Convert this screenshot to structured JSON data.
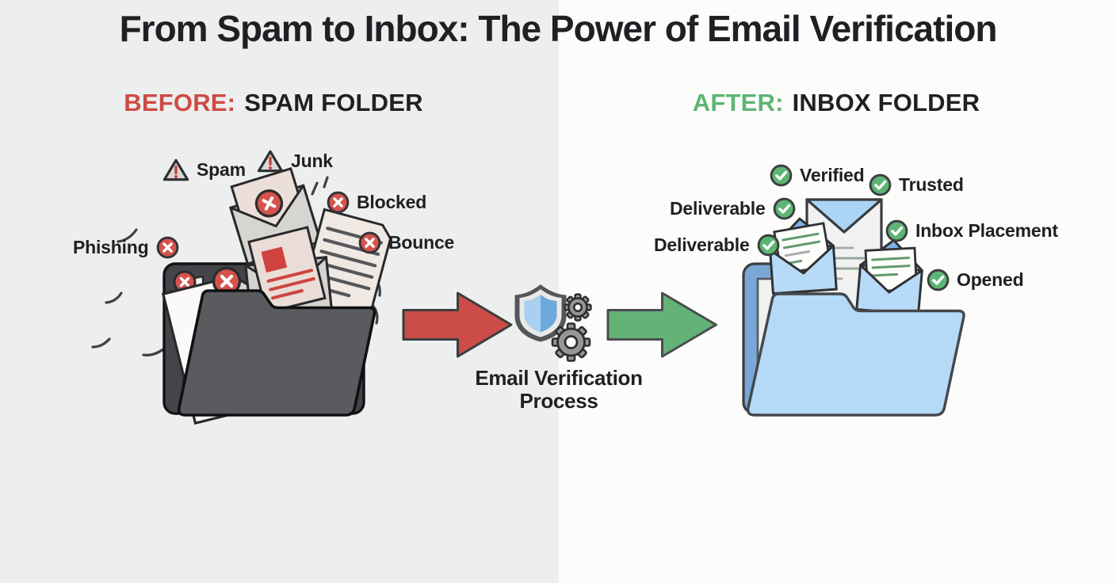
{
  "page": {
    "title": "From Spam to Inbox: The Power of Email Verification"
  },
  "colors": {
    "accent_red": "#cf4a45",
    "accent_green": "#5db574",
    "arrow_red": "#cc4d48",
    "arrow_green": "#63b377",
    "text_dark": "#1e2024",
    "bg_left": "#edefee",
    "bg_right": "#fcfcfb",
    "folder_dark": "#595b5e",
    "folder_blue": "#b5daf8",
    "badge_red": "#d5524d",
    "badge_green": "#5db574"
  },
  "before": {
    "heading_prefix": "BEFORE:",
    "heading_rest": "SPAM FOLDER",
    "labels": {
      "spam": "Spam",
      "junk": "Junk",
      "blocked": "Blocked",
      "bounce": "Bounce",
      "phishing": "Phishing"
    }
  },
  "process": {
    "line1": "Email Verification",
    "line2": "Process"
  },
  "after": {
    "heading_prefix": "AFTER:",
    "heading_rest": "INBOX FOLDER",
    "labels": {
      "verified": "Verified",
      "trusted": "Trusted",
      "deliverable_top": "Deliverable",
      "deliverable_bottom": "Deliverable",
      "inbox_placement": "Inbox Placement",
      "opened": "Opened"
    }
  },
  "icons": {
    "spam": "warning-triangle",
    "junk": "warning-triangle",
    "blocked": "x-circle",
    "bounce": "x-circle",
    "phishing": "x-circle",
    "verified": "check-circle",
    "trusted": "check-circle",
    "deliverable_top": "check-circle",
    "deliverable_bottom": "check-circle",
    "inbox_placement": "check-circle",
    "opened": "check-circle",
    "process": "shield-with-gears"
  }
}
